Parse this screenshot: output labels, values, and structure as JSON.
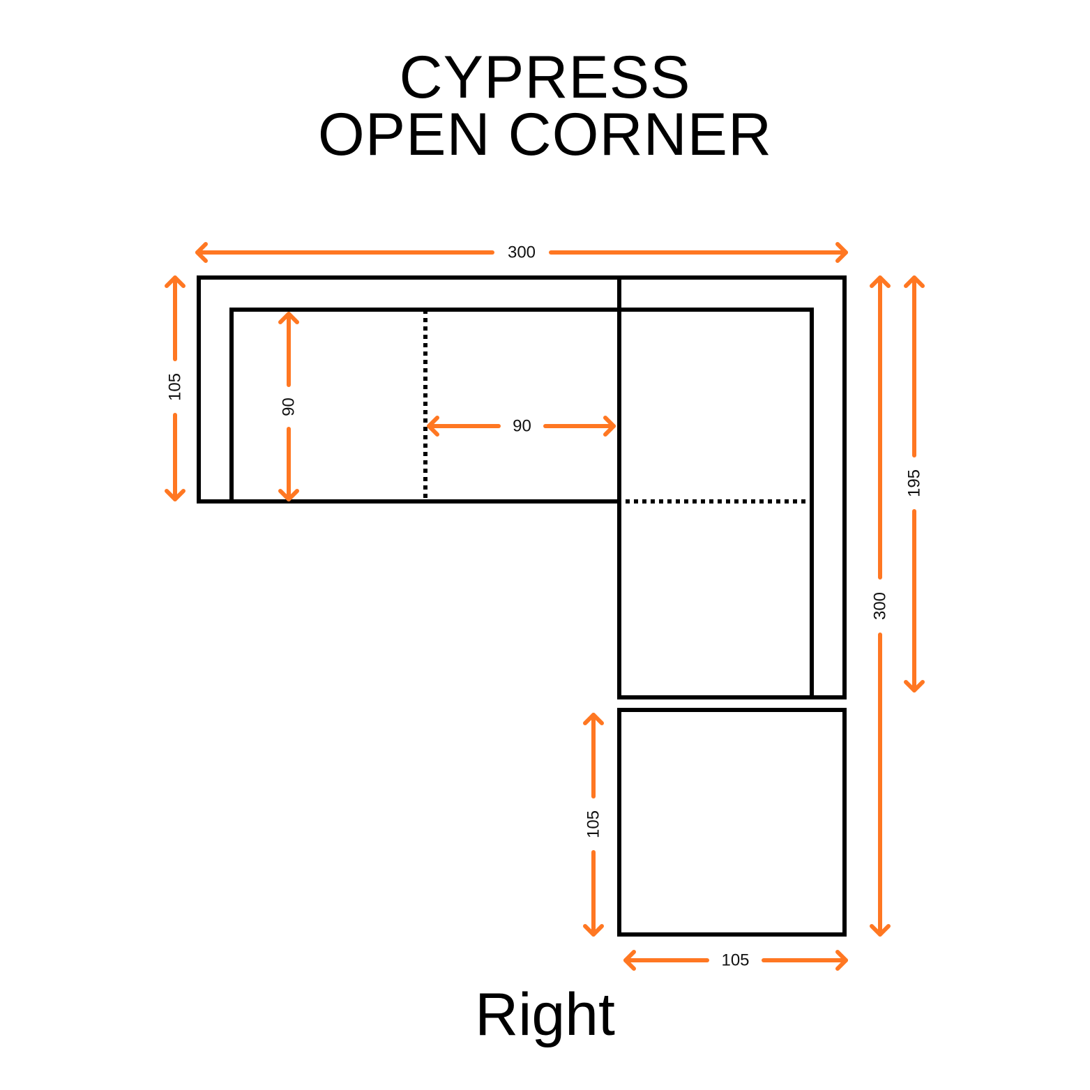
{
  "title_line1": "CYPRESS",
  "title_line2": "OPEN CORNER",
  "variant": "Right",
  "colors": {
    "dimension": "#FF7722",
    "outline": "#000000"
  },
  "dimensions": [
    {
      "id": "overall-width",
      "value": "300"
    },
    {
      "id": "left-depth",
      "value": "105"
    },
    {
      "id": "left-seat-depth",
      "value": "90"
    },
    {
      "id": "seat-width",
      "value": "90"
    },
    {
      "id": "overall-length",
      "value": "300"
    },
    {
      "id": "chaise-length",
      "value": "195"
    },
    {
      "id": "ottoman-depth",
      "value": "105"
    },
    {
      "id": "ottoman-width",
      "value": "105"
    }
  ]
}
